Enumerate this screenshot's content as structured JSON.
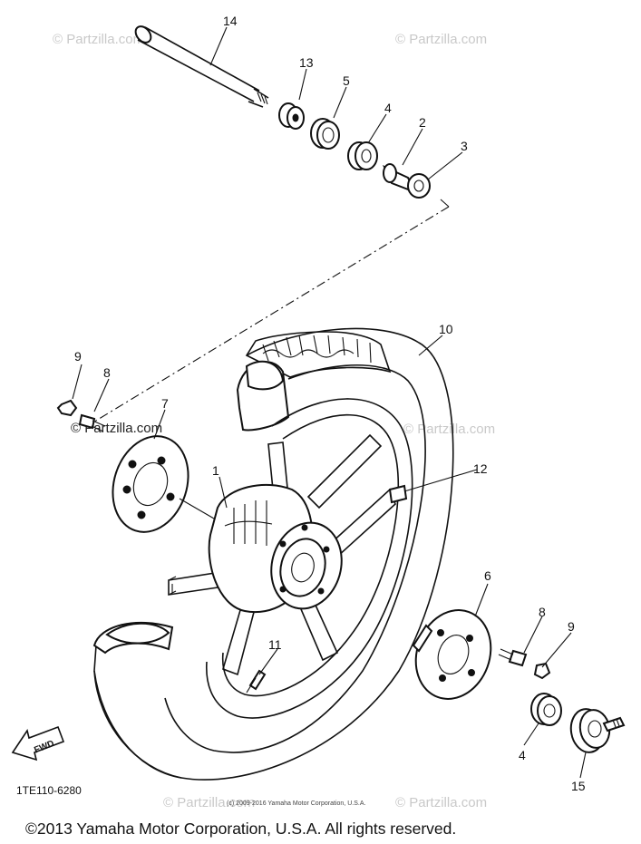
{
  "watermarks": [
    "© Partzilla.com",
    "© Partzilla.com",
    "© Partzilla.com",
    "© Partzilla.com",
    "© Partzilla.com",
    "© Partzilla.com"
  ],
  "callouts": {
    "c14": "14",
    "c13": "13",
    "c5": "5",
    "c4a": "4",
    "c2": "2",
    "c3": "3",
    "c10": "10",
    "c9a": "9",
    "c8a": "8",
    "c7": "7",
    "c1": "1",
    "c12": "12",
    "c6": "6",
    "c8b": "8",
    "c9b": "9",
    "c11": "11",
    "c4b": "4",
    "c15": "15"
  },
  "fwd_label": "FWD",
  "reference_code": "1TE110-6280",
  "small_copyright": "(c) 2009-2016 Yamaha Motor Corporation, U.S.A.",
  "footer_copyright": "©2013 Yamaha Motor Corporation, U.S.A. All rights reserved."
}
